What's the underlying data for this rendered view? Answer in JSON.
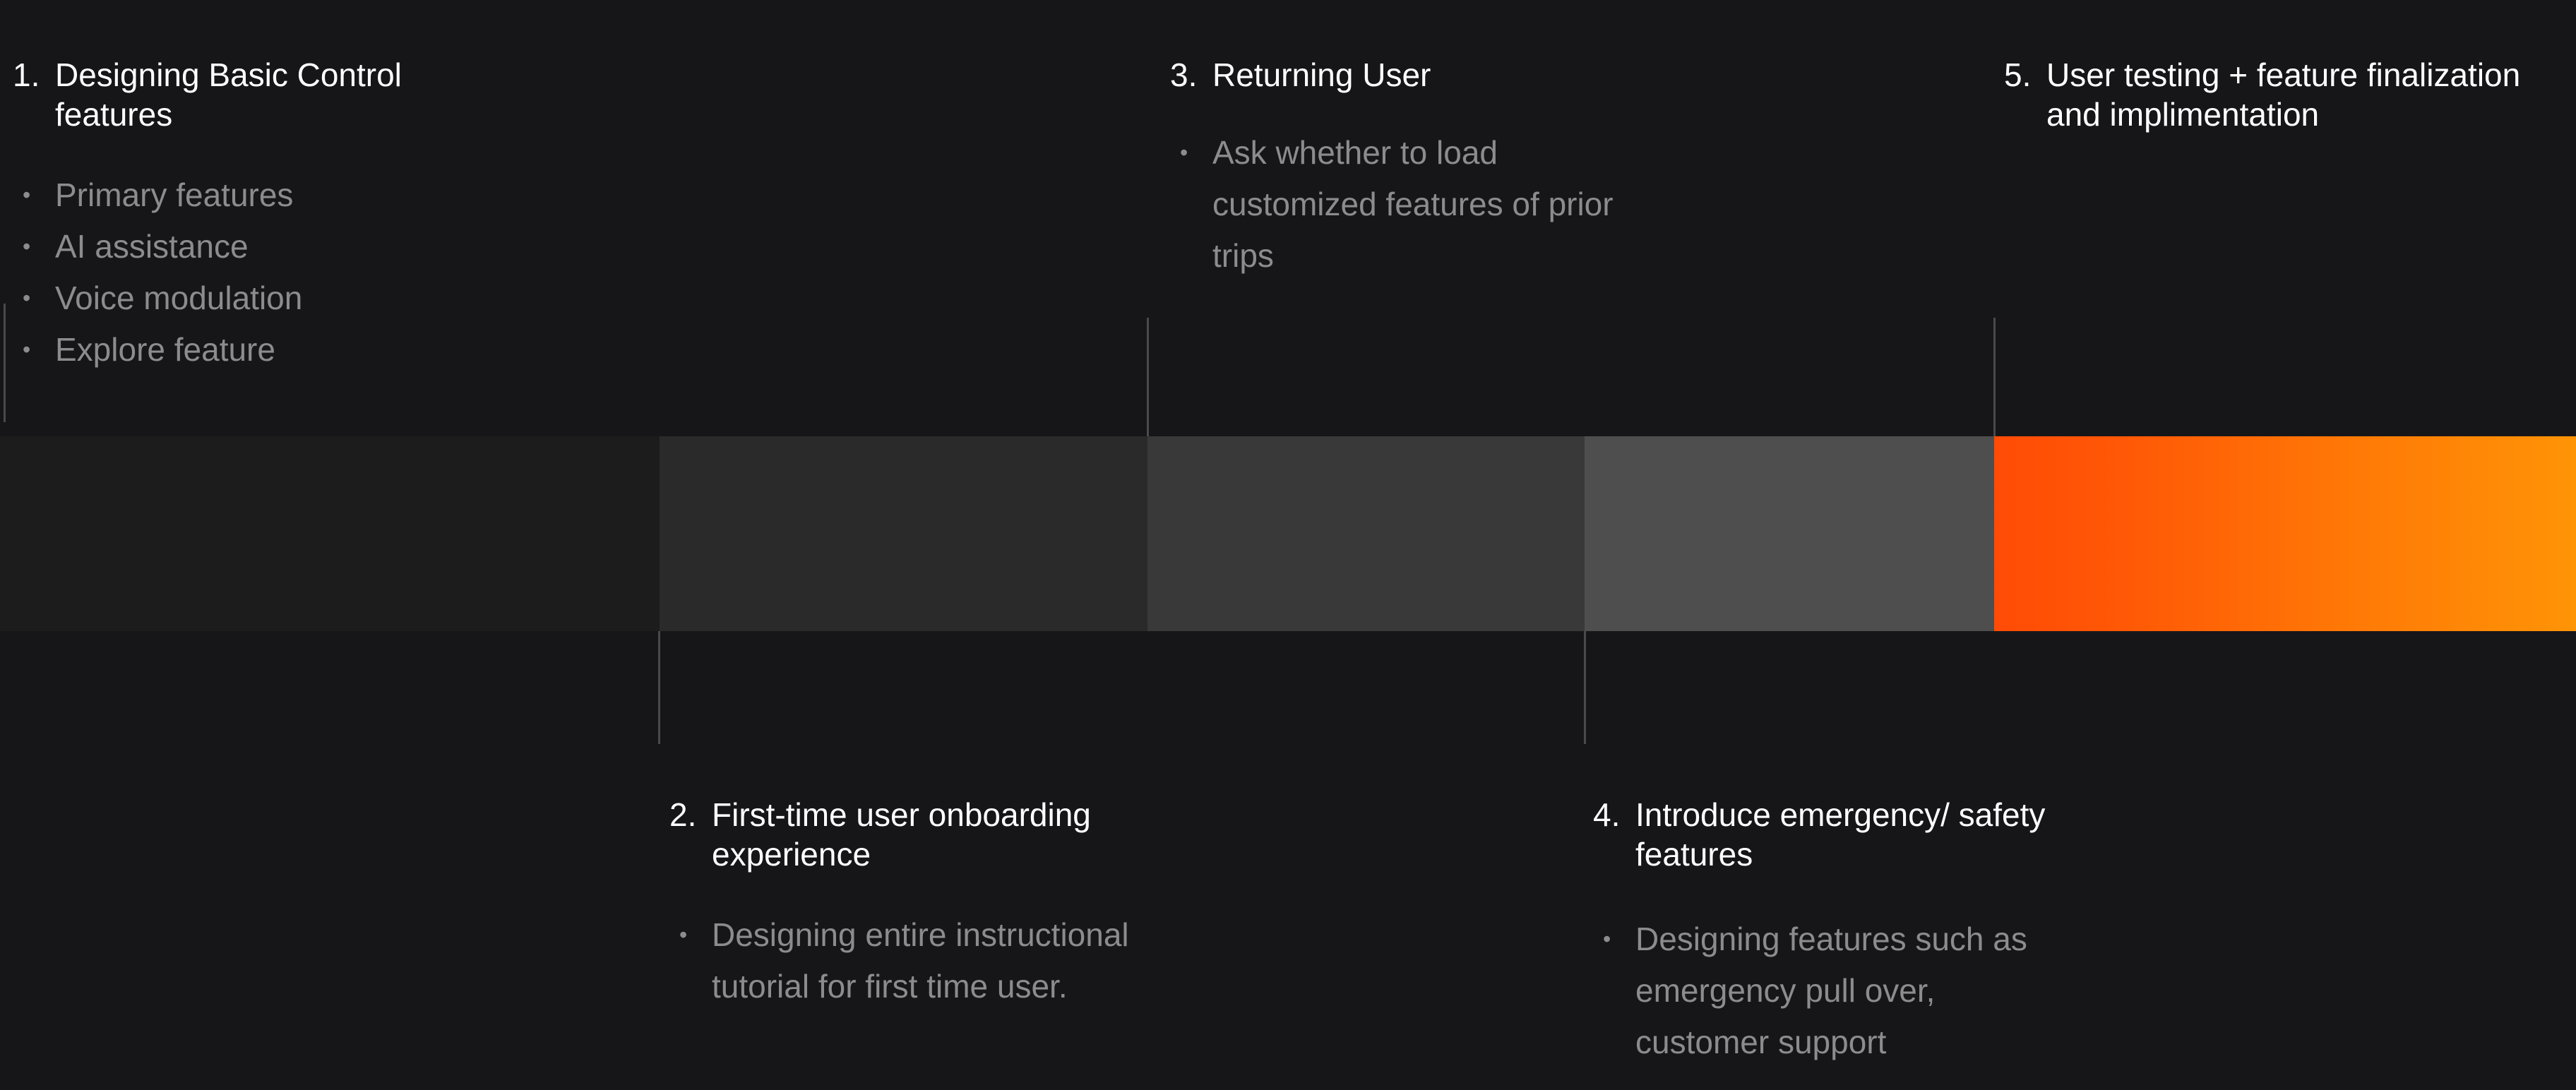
{
  "colors": {
    "background": "#161619",
    "title_text": "#ffffff",
    "bullet_text": "#8c8c8f",
    "connector": "#4a4a4e",
    "stage_1": "#1c1c1c",
    "stage_2": "#2a2a2a",
    "stage_3": "#393939",
    "stage_4": "#4e4e4e",
    "stage_5_gradient_start": "#ff4b06",
    "stage_5_gradient_end": "#ff9406"
  },
  "phases": [
    {
      "number": "1.",
      "title": "Designing Basic Control features",
      "bullets": [
        "Primary features",
        "AI assistance",
        "Voice modulation",
        "Explore feature"
      ]
    },
    {
      "number": "2.",
      "title": "First-time user onboarding experience",
      "bullets": [
        "Designing entire instructional tutorial for first time user."
      ]
    },
    {
      "number": "3.",
      "title": "Returning User",
      "bullets": [
        "Ask whether to load customized features of prior trips"
      ]
    },
    {
      "number": "4.",
      "title": "Introduce emergency/ safety features",
      "bullets": [
        "Designing features such as emergency pull over, customer support"
      ]
    },
    {
      "number": "5.",
      "title": "User testing + feature finalization and implimentation",
      "bullets": []
    }
  ],
  "bullet_glyph": "•"
}
